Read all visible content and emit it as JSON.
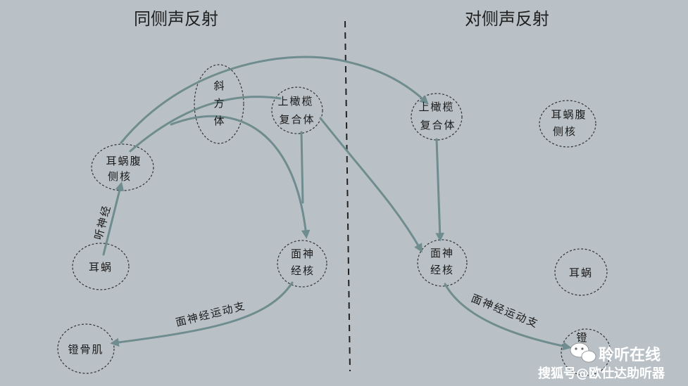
{
  "headers": {
    "left": "同侧声反射",
    "right": "对侧声反射"
  },
  "nodes": {
    "cochlea_l": "耳蜗",
    "vcn_l_1": "耳蜗腹",
    "vcn_l_2": "侧核",
    "trap_1": "斜",
    "trap_2": "方",
    "trap_3": "体",
    "so_l_1": "上橄榄",
    "so_l_2": "复合体",
    "fn_l_1": "面神",
    "fn_l_2": "经核",
    "stap_l": "镫骨肌",
    "so_r_1": "上橄榄",
    "so_r_2": "复合体",
    "vcn_r_1": "耳蜗腹",
    "vcn_r_2": "侧核",
    "fn_r_1": "面神",
    "fn_r_2": "经核",
    "cochlea_r": "耳蜗",
    "stap_r_partial": "镫"
  },
  "edge_labels": {
    "auditory_nerve": "听神经",
    "motor_branch_l": "面神经运动支",
    "motor_branch_r": "面神经运动支"
  },
  "watermark": {
    "line1": "聆听在线",
    "line2": "搜狐号@欧仕达助听器"
  },
  "colors": {
    "background": "#b9c1c7",
    "arrow": "#6f8c8e",
    "outline": "#333333"
  }
}
